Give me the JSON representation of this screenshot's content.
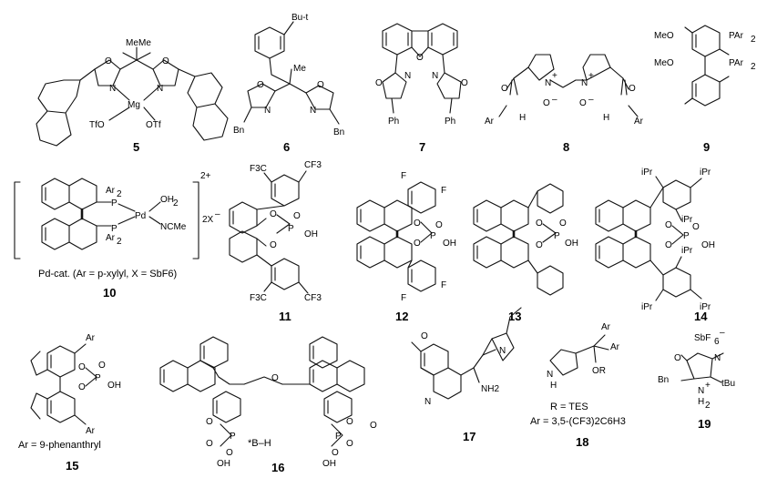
{
  "compounds": [
    {
      "id": "5",
      "atoms": [
        "Me",
        "Me",
        "O",
        "O",
        "N",
        "N",
        "Mg",
        "TfO",
        "OTf"
      ]
    },
    {
      "id": "6",
      "atoms": [
        "Bu-t",
        "Me",
        "O",
        "O",
        "N",
        "N",
        "Bn",
        "Bn"
      ]
    },
    {
      "id": "7",
      "atoms": [
        "O",
        "O",
        "O",
        "N",
        "N",
        "Ph",
        "Ph"
      ]
    },
    {
      "id": "8",
      "atoms": [
        "O",
        "O",
        "N",
        "N",
        "H",
        "H",
        "Ar",
        "Ar",
        "+",
        "+",
        "O",
        "O",
        "–",
        "–"
      ]
    },
    {
      "id": "9",
      "atoms": [
        "MeO",
        "MeO",
        "PAr",
        "PAr",
        "2",
        "2"
      ]
    },
    {
      "id": "10",
      "atoms": [
        "Ar",
        "2",
        "Ar",
        "2",
        "P",
        "P",
        "Pd",
        "OH",
        "2",
        "NCMe",
        "2+",
        "2X",
        "–"
      ],
      "caption": "Pd-cat. (Ar = p-xylyl, X = SbF6)"
    },
    {
      "id": "11",
      "atoms": [
        "F3C",
        "CF3",
        "F3C",
        "CF3",
        "O",
        "O",
        "P",
        "O",
        "OH"
      ]
    },
    {
      "id": "12",
      "atoms": [
        "F",
        "F",
        "F",
        "F",
        "O",
        "O",
        "P",
        "O",
        "OH"
      ]
    },
    {
      "id": "13",
      "atoms": [
        "O",
        "O",
        "P",
        "O",
        "OH"
      ]
    },
    {
      "id": "14",
      "atoms": [
        "iPr",
        "iPr",
        "iPr",
        "iPr",
        "iPr",
        "iPr",
        "O",
        "O",
        "P",
        "O",
        "OH"
      ]
    },
    {
      "id": "15",
      "atoms": [
        "Ar",
        "Ar",
        "O",
        "O",
        "P",
        "O",
        "OH"
      ],
      "caption": "Ar = 9-phenanthryl"
    },
    {
      "id": "16",
      "atoms": [
        "O",
        "O",
        "O",
        "O",
        "P",
        "P",
        "O",
        "O",
        "OH",
        "OH",
        "O",
        "O"
      ],
      "caption": "*B–H"
    },
    {
      "id": "17",
      "atoms": [
        "O",
        "N",
        "N",
        "NH2"
      ]
    },
    {
      "id": "18",
      "atoms": [
        "N",
        "H",
        "Ar",
        "Ar",
        "OR"
      ],
      "caption_lines": [
        "R = TES",
        "Ar = 3,5-(CF3)2C6H3"
      ]
    },
    {
      "id": "19",
      "atoms": [
        "SbF",
        "6",
        "–",
        "O",
        "N",
        "N",
        "H",
        "2",
        "+",
        "Bn",
        "tBu"
      ]
    }
  ]
}
